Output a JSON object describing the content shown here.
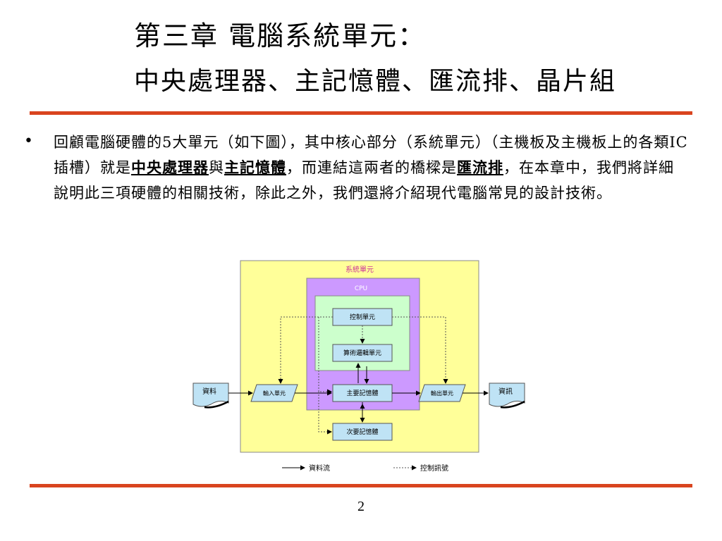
{
  "title": {
    "line1": "第三章  電腦系統單元：",
    "line2": "中央處理器、主記憶體、匯流排、晶片組"
  },
  "body": {
    "bullet": "•",
    "segments": [
      {
        "text": "回顧電腦硬體的5大單元（如下圖），其中核心部分（系統單元）（主機板及主機板上的各類IC插槽）就是",
        "bold": false
      },
      {
        "text": "中央處理器",
        "bold": true
      },
      {
        "text": "與",
        "bold": false
      },
      {
        "text": "主記憶體",
        "bold": true
      },
      {
        "text": "，而連結這兩者的橋樑是",
        "bold": false
      },
      {
        "text": "匯流排",
        "bold": true
      },
      {
        "text": "，在本章中，我們將詳細說明此三項硬體的相關技術，除此之外，我們還將介紹現代電腦常見的設計技術。",
        "bold": false
      }
    ]
  },
  "diagram": {
    "system_label": "系統單元",
    "cpu_label": "CPU",
    "control_unit": "控制單元",
    "alu": "算術邏輯單元",
    "main_memory": "主要記憶體",
    "secondary_memory": "次要記憶體",
    "input_unit": "輸入單元",
    "output_unit": "輸出單元",
    "data_in": "資料",
    "info_out": "資訊",
    "legend_data": "資料流",
    "legend_control": "控制訊號",
    "colors": {
      "system_bg": "#ffff99",
      "cpu_bg": "#cc99ff",
      "inner_bg": "#ccffcc",
      "box_bg": "#bfe3f5",
      "system_label_color": "#cc3399",
      "cpu_label_color": "#ffffff",
      "rule": "#d9441f"
    }
  },
  "page_number": "2"
}
